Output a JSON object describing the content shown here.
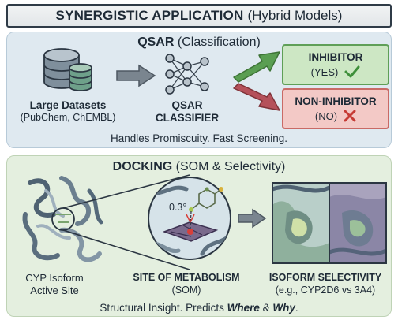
{
  "header": {
    "title_bold": "SYNERGISTIC APPLICATION",
    "title_rest": "(Hybrid Models)"
  },
  "qsar": {
    "title_bold": "QSAR",
    "title_rest": "(Classification)",
    "datasets_label": "Large Datasets",
    "datasets_sub": "(PubChem, ChEMBL)",
    "classifier_line1": "QSAR",
    "classifier_line2": "CLASSIFIER",
    "inhibitor_label": "INHIBITOR",
    "inhibitor_sub": "(YES)",
    "non_inhibitor_label": "NON-INHIBITOR",
    "non_inhibitor_sub": "(NO)",
    "tagline": "Handles Promiscuity. Fast Screening."
  },
  "docking": {
    "title_bold": "DOCKING",
    "title_rest": "(SOM & Selectivity)",
    "distance_label": "0.3°",
    "active_site_line1": "CYP Isoform",
    "active_site_line2": "Active Site",
    "som_label": "SITE OF METABOLISM",
    "som_sub": "(SOM)",
    "selectivity_label": "ISOFORM SELECTIVITY",
    "selectivity_sub": "(e.g., CYP2D6 vs 3A4)",
    "tagline_start": "Structural Insight. Predicts ",
    "tagline_where": "Where",
    "tagline_and": " & ",
    "tagline_why": "Why",
    "tagline_end": "."
  },
  "colors": {
    "qsar_panel": "#dfe9f0",
    "docking_panel": "#e4efdf",
    "inhibitor_box": "#cde7c4",
    "non_inhibitor_box": "#f3c9c6",
    "arrow_green": "#5a9e52",
    "arrow_red": "#b5515a",
    "arrow_gray": "#6f7a84",
    "check": "#3e8f3a",
    "cross": "#c63b35"
  },
  "icons": [
    "database-icon",
    "neural-network-icon",
    "check-icon",
    "cross-icon",
    "protein-icon",
    "heme-icon",
    "molecule-icon"
  ]
}
